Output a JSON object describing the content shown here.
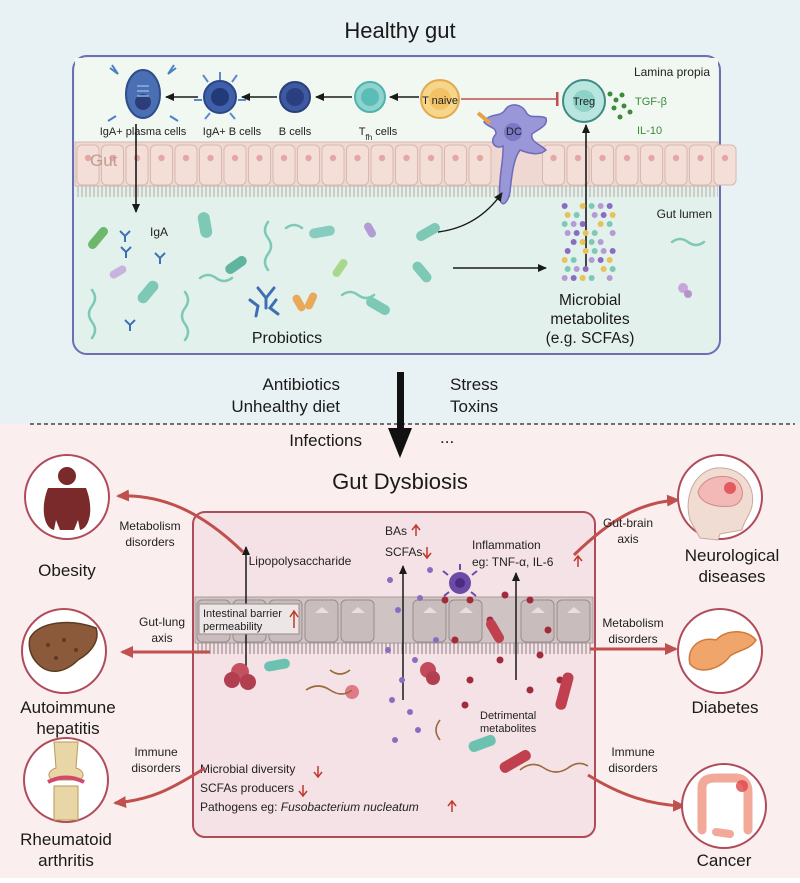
{
  "healthy": {
    "title": "Healthy gut",
    "lamina_propia": "Lamina propia",
    "gut_label": "Gut",
    "gut_lumen": "Gut lumen",
    "cells": {
      "iga_plasma": "IgA+ plasma cells",
      "iga_b": "IgA+ B cells",
      "b": "B cells",
      "tfh_main": "T",
      "tfh_sub": "fh",
      "tfh_suffix": " cells",
      "t_naive": "T naive",
      "treg": "Treg",
      "dc": "DC"
    },
    "tgf_beta": "TGF-β",
    "il10": "IL-10",
    "iga": "IgA",
    "probiotics": "Probiotics",
    "metabolites": [
      "Microbial",
      "metabolites",
      "(e.g. SCFAs)"
    ]
  },
  "triggers": {
    "left": [
      "Antibiotics",
      "Unhealthy diet",
      "Infections"
    ],
    "right": [
      "Stress",
      "Toxins",
      "..."
    ]
  },
  "dysbiosis": {
    "title": "Gut Dysbiosis",
    "lps": "Lipopolysaccharide",
    "bas": "BAs",
    "scfas": "SCFAs",
    "inflammation": "Inflammation",
    "inflammation_eg": "eg: TNF-α, IL-6",
    "barrier": [
      "Intestinal barrier",
      "permeability"
    ],
    "detrimental": [
      "Detrimental",
      "metabolites"
    ],
    "microbial_diversity": "Microbial diversity",
    "scfa_producers": "SCFAs producers",
    "pathogens_prefix": "Pathogens eg: ",
    "pathogens_name": "Fusobacterium nucleatum"
  },
  "diseases": {
    "obesity": {
      "name": [
        "Obesity"
      ],
      "link": [
        "Metabolism",
        "disorders"
      ]
    },
    "hepatitis": {
      "name": [
        "Autoimmune",
        "hepatitis"
      ],
      "link": [
        "Gut-lung",
        "axis"
      ]
    },
    "arthritis": {
      "name": [
        "Rheumatoid",
        "arthritis"
      ],
      "link": [
        "Immune",
        "disorders"
      ]
    },
    "neuro": {
      "name": [
        "Neurological",
        "diseases"
      ],
      "link": [
        "Gut-brain",
        "axis"
      ]
    },
    "diabetes": {
      "name": [
        "Diabetes"
      ],
      "link": [
        "Metabolism",
        "disorders"
      ]
    },
    "cancer": {
      "name": [
        "Cancer"
      ],
      "link": [
        "Immune",
        "disorders"
      ]
    }
  },
  "colors": {
    "healthy_bg": "#e8f1f4",
    "healthy_panel": "#e3f1ec",
    "panel_border": "#6d6fb2",
    "dys_bg": "#fbeeee",
    "dys_panel": "#f5e2e6",
    "dys_border": "#b04b5a",
    "arrow_red": "#c0504d",
    "up_arrow": "#c0392b"
  }
}
